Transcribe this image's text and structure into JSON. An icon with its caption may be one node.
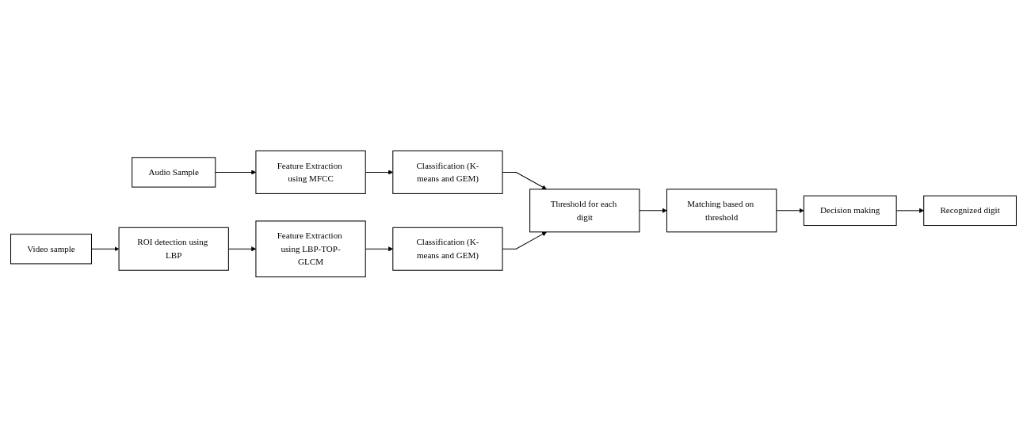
{
  "diagram": {
    "nodes": [
      {
        "text": [
          "Audio Sample"
        ]
      },
      {
        "text": [
          "Feature Extraction using MFCC"
        ]
      },
      {
        "text": [
          "Classification (K-means and GEM)"
        ]
      },
      {
        "text": [
          "Threshold for each digit"
        ]
      },
      {
        "text": [
          "Matching based on threshold"
        ]
      },
      {
        "text": [
          "Decision making"
        ]
      },
      {
        "text": [
          "Recognized digit"
        ]
      },
      {
        "text": [
          "Video sample"
        ]
      },
      {
        "text": [
          "ROI detection using LBP"
        ]
      },
      {
        "text": [
          "Feature Extraction using LBP-TOP-GLCM"
        ]
      },
      {
        "text": [
          "Classification (K-means and GEM)"
        ]
      }
    ],
    "edges": [
      {
        "from": 0,
        "to": 1,
        "arrow": "to"
      },
      {
        "from": 1,
        "to": 2,
        "arrow": "to"
      },
      {
        "from": 2,
        "to": 3,
        "arrow": "to"
      },
      {
        "from": 3,
        "to": 4,
        "arrow": "to"
      },
      {
        "from": 4,
        "to": 5,
        "arrow": "to"
      },
      {
        "from": 5,
        "to": 6,
        "arrow": "to"
      },
      {
        "from": 7,
        "to": 8,
        "arrow": "to"
      },
      {
        "from": 8,
        "to": 9,
        "arrow": "to"
      },
      {
        "from": 9,
        "to": 10,
        "arrow": "to"
      },
      {
        "from": 10,
        "to": 3,
        "arrow": "to"
      }
    ]
  }
}
